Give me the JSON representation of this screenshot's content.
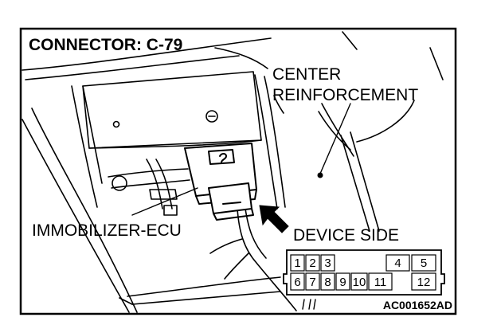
{
  "diagram": {
    "title": "CONNECTOR: C-79",
    "labels": {
      "center_reinforcement_line1": "CENTER",
      "center_reinforcement_line2": "REINFORCEMENT",
      "immobilizer_ecu": "IMMOBILIZER-ECU",
      "device_side": "DEVICE SIDE"
    },
    "connector_pins": {
      "top_row": [
        "1",
        "2",
        "3",
        "",
        "4",
        "5"
      ],
      "bottom_row": [
        "6",
        "7",
        "8",
        "9",
        "10",
        "11",
        "12"
      ]
    },
    "figure_code": "AC001652AD"
  }
}
